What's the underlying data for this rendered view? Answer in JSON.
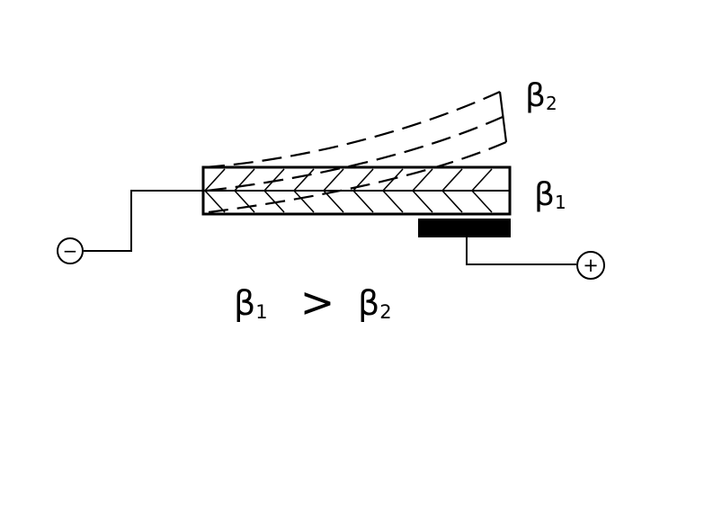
{
  "labels": {
    "beta2_top": {
      "base": "β",
      "sub": "2"
    },
    "beta1_right": {
      "base": "β",
      "sub": "1"
    },
    "relation": {
      "left": "β",
      "left_sub": "1",
      "op": ">",
      "right": "β",
      "right_sub": "2"
    }
  },
  "terminals": {
    "negative": "−",
    "positive": "+"
  },
  "colors": {
    "ink": "#000000",
    "background": "#ffffff"
  }
}
